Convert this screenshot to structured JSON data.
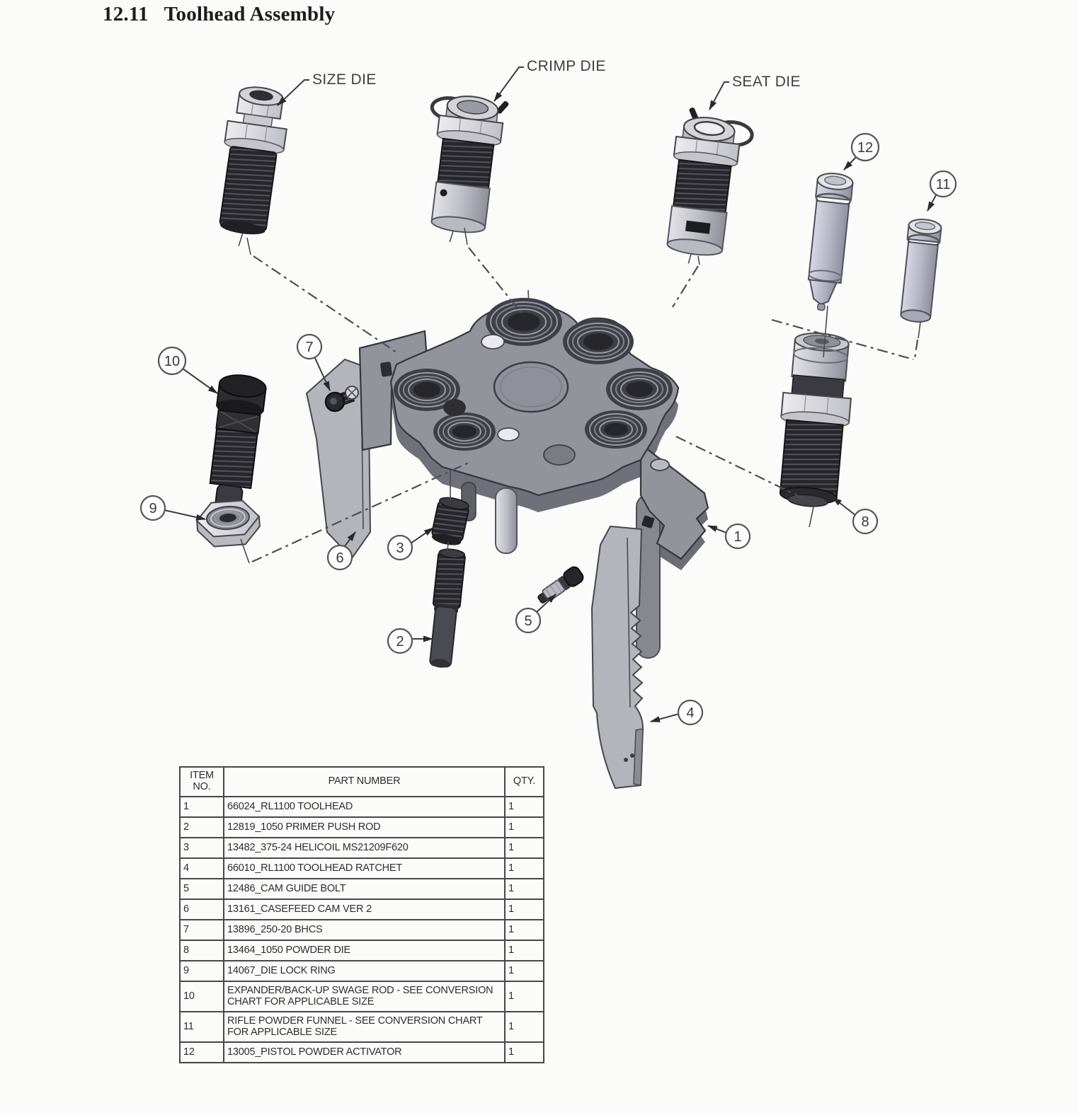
{
  "page": {
    "title_number": "12.11",
    "title_text": "Toolhead Assembly"
  },
  "colors": {
    "paper": "#fbfbfa",
    "ink": "#2f2f33",
    "plate_gray": "#93939b"
  },
  "diagram": {
    "labels": [
      {
        "id": "size-die",
        "text": "SIZE DIE"
      },
      {
        "id": "crimp-die",
        "text": "CRIMP DIE"
      },
      {
        "id": "seat-die",
        "text": "SEAT DIE"
      }
    ],
    "callouts": [
      {
        "number": "1"
      },
      {
        "number": "2"
      },
      {
        "number": "3"
      },
      {
        "number": "4"
      },
      {
        "number": "5"
      },
      {
        "number": "6"
      },
      {
        "number": "7"
      },
      {
        "number": "8"
      },
      {
        "number": "9"
      },
      {
        "number": "10"
      },
      {
        "number": "11"
      },
      {
        "number": "12"
      }
    ]
  },
  "table": {
    "headers": {
      "item_line1": "ITEM",
      "item_line2": "NO.",
      "part": "PART NUMBER",
      "qty": "QTY."
    },
    "rows": [
      {
        "item": "1",
        "part": "66024_RL1100 TOOLHEAD",
        "qty": "1"
      },
      {
        "item": "2",
        "part": "12819_1050 PRIMER PUSH ROD",
        "qty": "1"
      },
      {
        "item": "3",
        "part": "13482_375-24 HELICOIL MS21209F620",
        "qty": "1"
      },
      {
        "item": "4",
        "part": "66010_RL1100 TOOLHEAD RATCHET",
        "qty": "1"
      },
      {
        "item": "5",
        "part": "12486_CAM GUIDE BOLT",
        "qty": "1"
      },
      {
        "item": "6",
        "part": "13161_CASEFEED CAM VER 2",
        "qty": "1"
      },
      {
        "item": "7",
        "part": "13896_250-20 BHCS",
        "qty": "1"
      },
      {
        "item": "8",
        "part": "13464_1050 POWDER DIE",
        "qty": "1"
      },
      {
        "item": "9",
        "part": "14067_DIE LOCK RING",
        "qty": "1"
      },
      {
        "item": "10",
        "part": "EXPANDER/BACK-UP SWAGE ROD - SEE CONVERSION CHART FOR APPLICABLE SIZE",
        "qty": "1"
      },
      {
        "item": "11",
        "part": "RIFLE POWDER FUNNEL - SEE CONVERSION CHART FOR APPLICABLE SIZE",
        "qty": "1"
      },
      {
        "item": "12",
        "part": "13005_PISTOL POWDER ACTIVATOR",
        "qty": "1"
      }
    ]
  }
}
